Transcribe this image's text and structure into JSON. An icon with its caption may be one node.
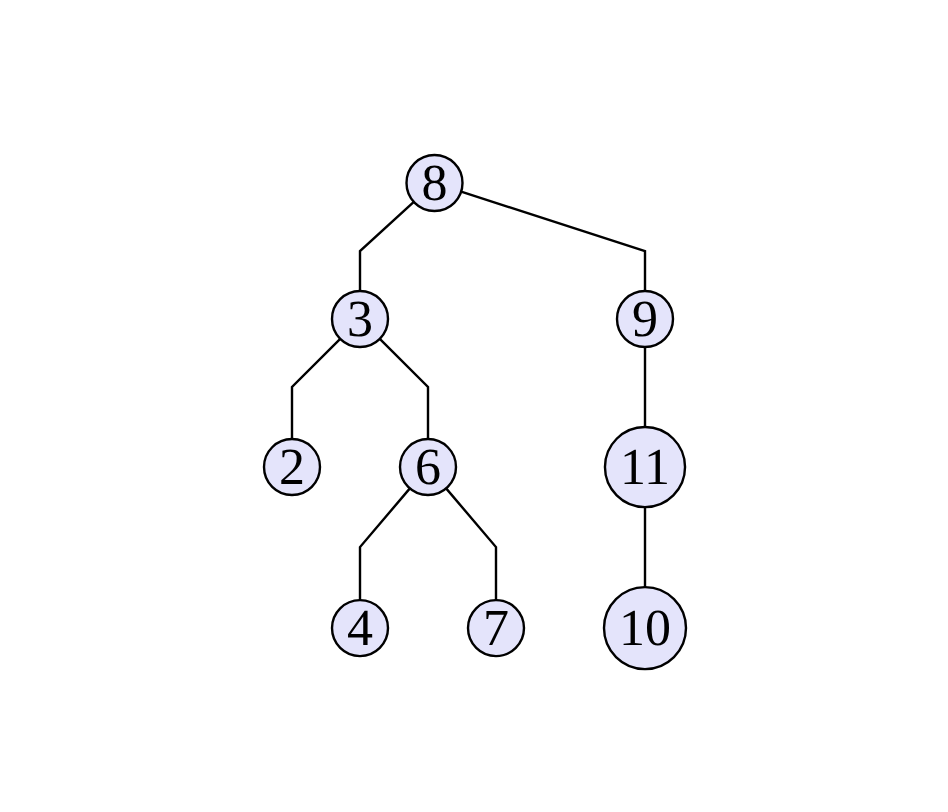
{
  "diagram": {
    "nodes": [
      {
        "text": [
          "8"
        ]
      },
      {
        "text": [
          "3"
        ]
      },
      {
        "text": [
          "9"
        ]
      },
      {
        "text": [
          "2"
        ]
      },
      {
        "text": [
          "6"
        ]
      },
      {
        "text": [
          "11"
        ]
      },
      {
        "text": [
          "4"
        ]
      },
      {
        "text": [
          "7"
        ]
      },
      {
        "text": [
          "10"
        ]
      }
    ],
    "edges": [
      {
        "from": 0,
        "to": 1,
        "arrow": "none"
      },
      {
        "from": 0,
        "to": 2,
        "arrow": "none"
      },
      {
        "from": 1,
        "to": 3,
        "arrow": "none"
      },
      {
        "from": 1,
        "to": 4,
        "arrow": "none"
      },
      {
        "from": 2,
        "to": 5,
        "arrow": "none"
      },
      {
        "from": 4,
        "to": 6,
        "arrow": "none"
      },
      {
        "from": 4,
        "to": 7,
        "arrow": "none"
      },
      {
        "from": 5,
        "to": 8,
        "arrow": "none"
      }
    ]
  }
}
